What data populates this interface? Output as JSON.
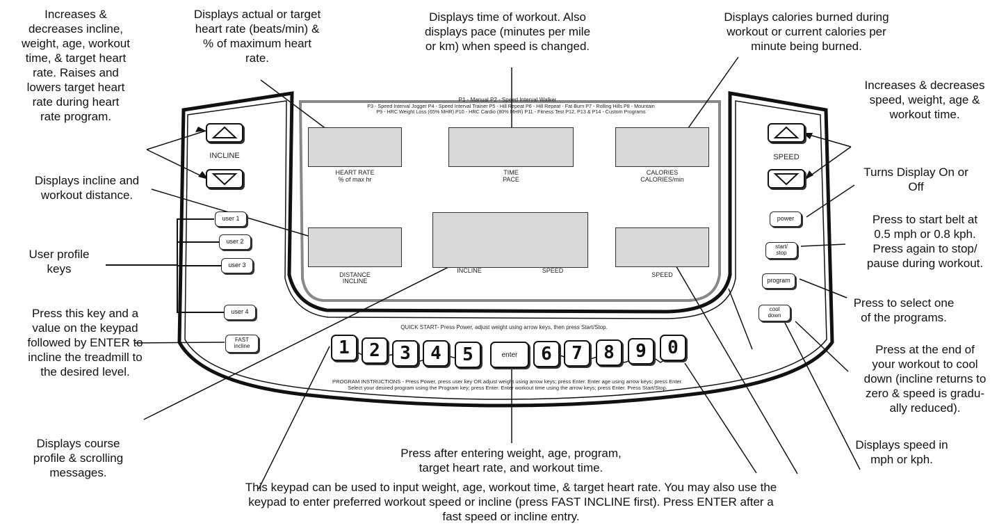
{
  "panel": {
    "program_line1": "P1 - Manual   P2 - Speed Interval Walker",
    "program_line2": "P3 - Speed Interval Jogger   P4 - Speed Interval Trainer   P5 - Hill Repeat   P6 - Hill Repeat - Fat Burn   P7 - Rolling Hills   P8 - Mountain",
    "program_line3": "P9 - HRC Weight Loss (65% MHR)   P10 - HRC Cardio (80% MHR)   P11 - Fitness Test   P12, P13 & P14 - Custom Programs",
    "heart_rate_label": "HEART RATE",
    "heart_rate_sub": "% of max hr",
    "time_label": "TIME",
    "time_sub": "PACE",
    "calories_label": "CALORIES",
    "calories_sub": "CALORIES/min",
    "distance_label": "DISTANCE",
    "distance_sub": "INCLINE",
    "profile_incline": "INCLINE",
    "profile_speed": "SPEED",
    "speed_label": "SPEED",
    "incline_title": "INCLINE",
    "speed_title": "SPEED",
    "user_keys": [
      "user 1",
      "user 2",
      "user 3",
      "user 4"
    ],
    "fast_incline": "FAST incline",
    "power": "power",
    "start_stop": "start/ stop",
    "program": "program",
    "cool_down": "cool down",
    "quick_start": "QUICK START- Press Power, adjust weight using arrow keys, then press Start/Stop.",
    "keypad_left": [
      "1",
      "2",
      "3",
      "4",
      "5"
    ],
    "enter": "enter",
    "keypad_right": [
      "6",
      "7",
      "8",
      "9",
      "0"
    ],
    "prog_instr_line1": "PROGRAM INSTRUCTIONS - Press Power, press user key OR adjust weight using arrow keys; press Enter.  Enter age using arrow keys; press Enter.",
    "prog_instr_line2": "Select your desired program using the Program key; press Enter.  Enter workout time using the arrow keys; press Enter.  Press Start/Stop."
  },
  "callouts": {
    "incline_keys": "Increases &\ndecreases incline,\nweight, age, workout\ntime, & target heart\nrate.  Raises and\nlowers target heart\nrate during heart\nrate program.",
    "heart_rate": "Displays actual or target\nheart rate (beats/min) &\n% of maximum heart\nrate.",
    "time": "Displays time of workout. Also\ndisplays pace (minutes per mile\nor km) when speed is changed.",
    "calories": "Displays calories burned during\nworkout or current calories per\nminute being burned.",
    "speed_keys": "Increases & decreases\nspeed, weight, age &\nworkout time.",
    "power": "Turns Display On or\nOff",
    "start_stop": "Press to start belt at\n0.5 mph or 0.8 kph.\nPress again to stop/\npause during workout.",
    "program": "Press to select one\nof the programs.",
    "cool_down": "Press at the end of\nyour workout to cool\ndown (incline returns to\nzero & speed is gradu-\nally reduced).",
    "speed_display": "Displays speed in\nmph or kph.",
    "distance": "Displays incline and\nworkout distance.",
    "user_keys": "User profile\nkeys",
    "fast_incline": "Press this key and a\nvalue on the keypad\nfollowed by ENTER to\nincline the treadmill to\nthe desired level.",
    "course_profile": "Displays course\nprofile & scrolling\nmessages.",
    "enter": "Press after entering weight, age, program,\ntarget heart rate, and workout time.",
    "keypad": "This keypad can be used to input weight, age, workout time, & target heart rate. You may also use the\nkeypad to enter preferred workout speed or incline (press FAST INCLINE first).  Press ENTER after a\nfast speed or incline entry."
  }
}
